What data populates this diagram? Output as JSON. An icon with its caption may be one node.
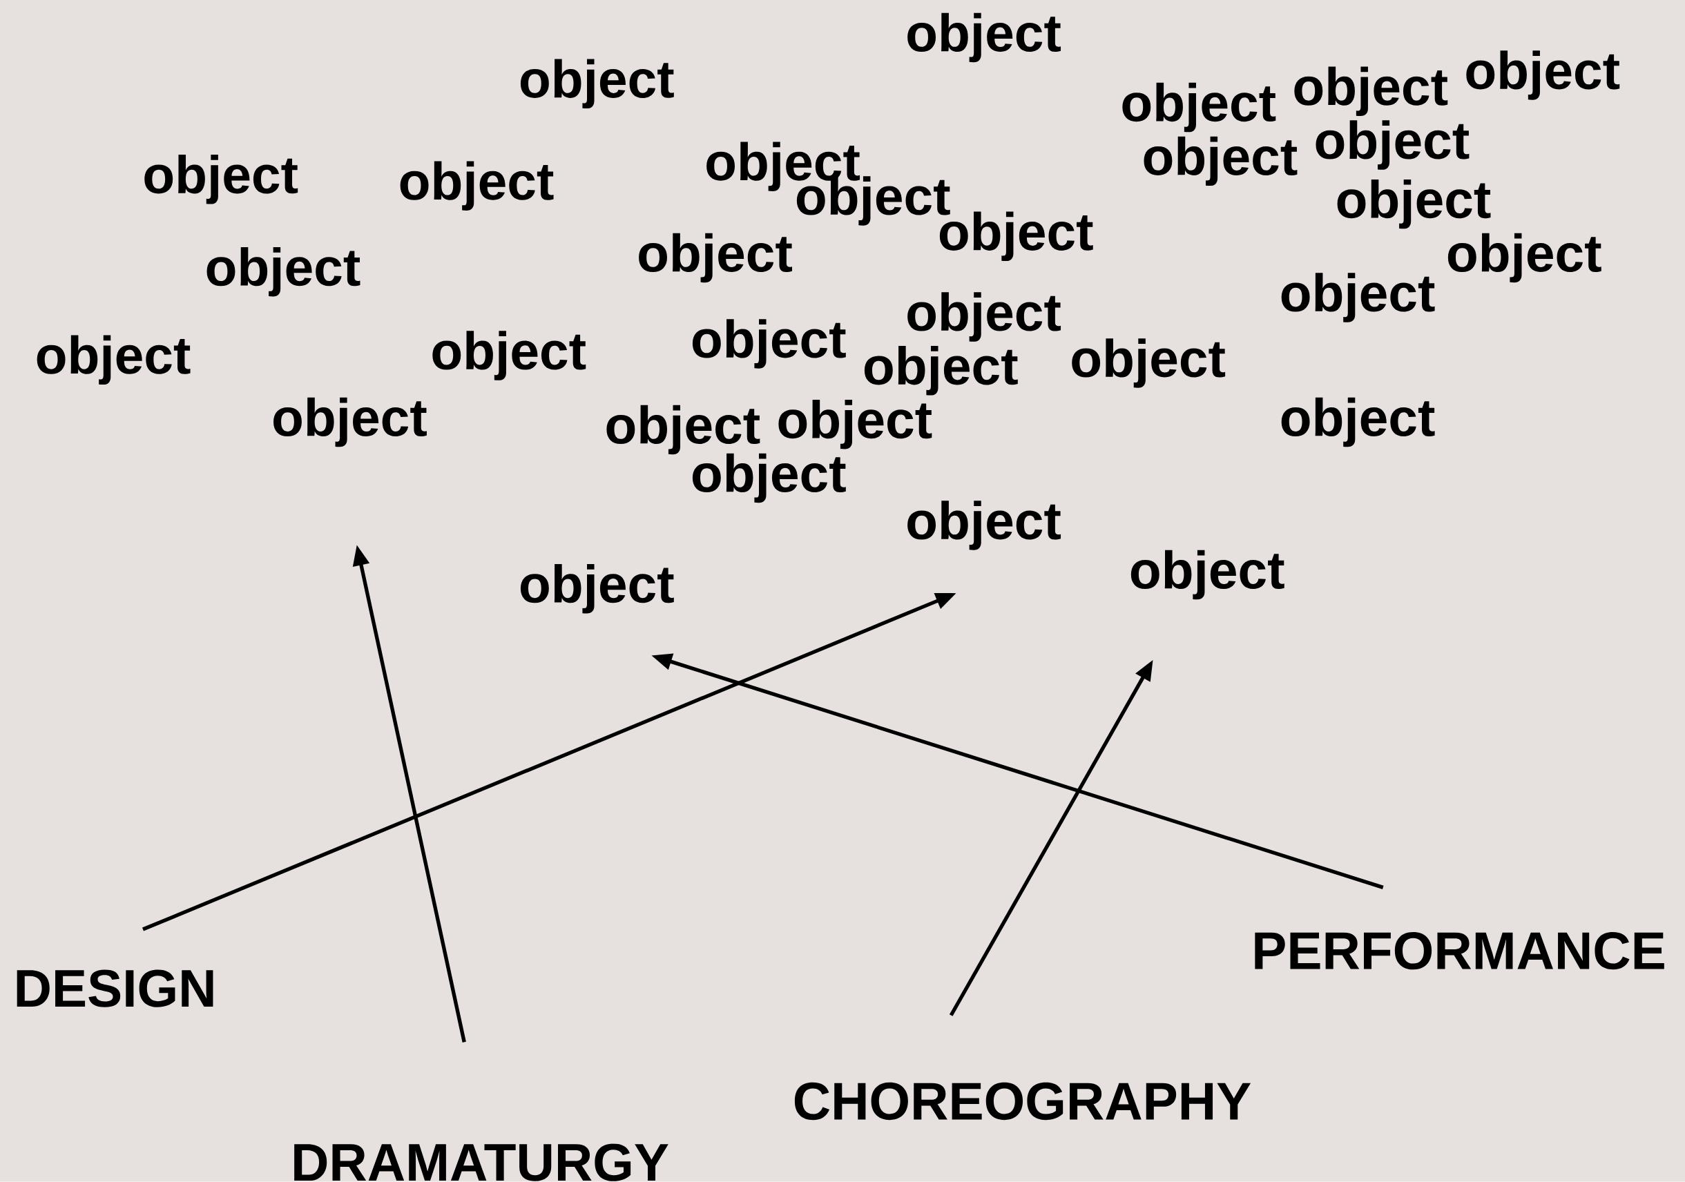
{
  "diagram": {
    "nodes": [
      {
        "text": [
          "object"
        ]
      },
      {
        "text": [
          "object"
        ]
      },
      {
        "text": [
          "object"
        ]
      },
      {
        "text": [
          "object"
        ]
      },
      {
        "text": [
          "object"
        ]
      },
      {
        "text": [
          "object"
        ]
      },
      {
        "text": [
          "object"
        ]
      },
      {
        "text": [
          "object"
        ]
      },
      {
        "text": [
          "object"
        ]
      },
      {
        "text": [
          "object"
        ]
      },
      {
        "text": [
          "object"
        ]
      },
      {
        "text": [
          "object"
        ]
      },
      {
        "text": [
          "object"
        ]
      },
      {
        "text": [
          "object"
        ]
      },
      {
        "text": [
          "object"
        ]
      },
      {
        "text": [
          "object"
        ]
      },
      {
        "text": [
          "object"
        ]
      },
      {
        "text": [
          "object"
        ]
      },
      {
        "text": [
          "object"
        ]
      },
      {
        "text": [
          "object"
        ]
      },
      {
        "text": [
          "object"
        ]
      },
      {
        "text": [
          "object"
        ]
      },
      {
        "text": [
          "object"
        ]
      },
      {
        "text": [
          "object"
        ]
      },
      {
        "text": [
          "object"
        ]
      },
      {
        "text": [
          "object"
        ]
      },
      {
        "text": [
          "object"
        ]
      },
      {
        "text": [
          "object"
        ]
      },
      {
        "text": [
          "object"
        ]
      },
      {
        "text": [
          "object"
        ]
      },
      {
        "text": [
          "object"
        ]
      },
      {
        "text": [
          "DESIGN"
        ]
      },
      {
        "text": [
          "DRAMATURGY"
        ]
      },
      {
        "text": [
          "CHOREOGRAPHY"
        ]
      },
      {
        "text": [
          "PERFORMANCE"
        ]
      }
    ],
    "edges": [
      {
        "from": 31,
        "to": null,
        "arrow": "to"
      },
      {
        "from": 32,
        "to": null,
        "arrow": "to"
      },
      {
        "from": 33,
        "to": null,
        "arrow": "to"
      },
      {
        "from": 34,
        "to": null,
        "arrow": "to"
      }
    ]
  }
}
